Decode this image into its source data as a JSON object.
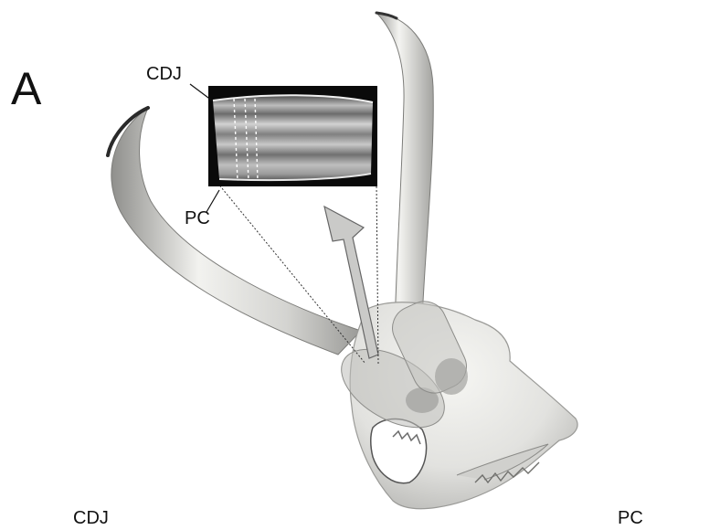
{
  "panel_letter": "A",
  "inset_labels": {
    "top": "CDJ",
    "bottom": "PC"
  },
  "bottom_labels": {
    "left": "CDJ",
    "right": "PC"
  },
  "colors": {
    "bone": "#e9e9e6",
    "bone_shadow": "#a9a9a6",
    "inset_bg": "#0a0a0a",
    "arrow": "#c9c9c7"
  }
}
